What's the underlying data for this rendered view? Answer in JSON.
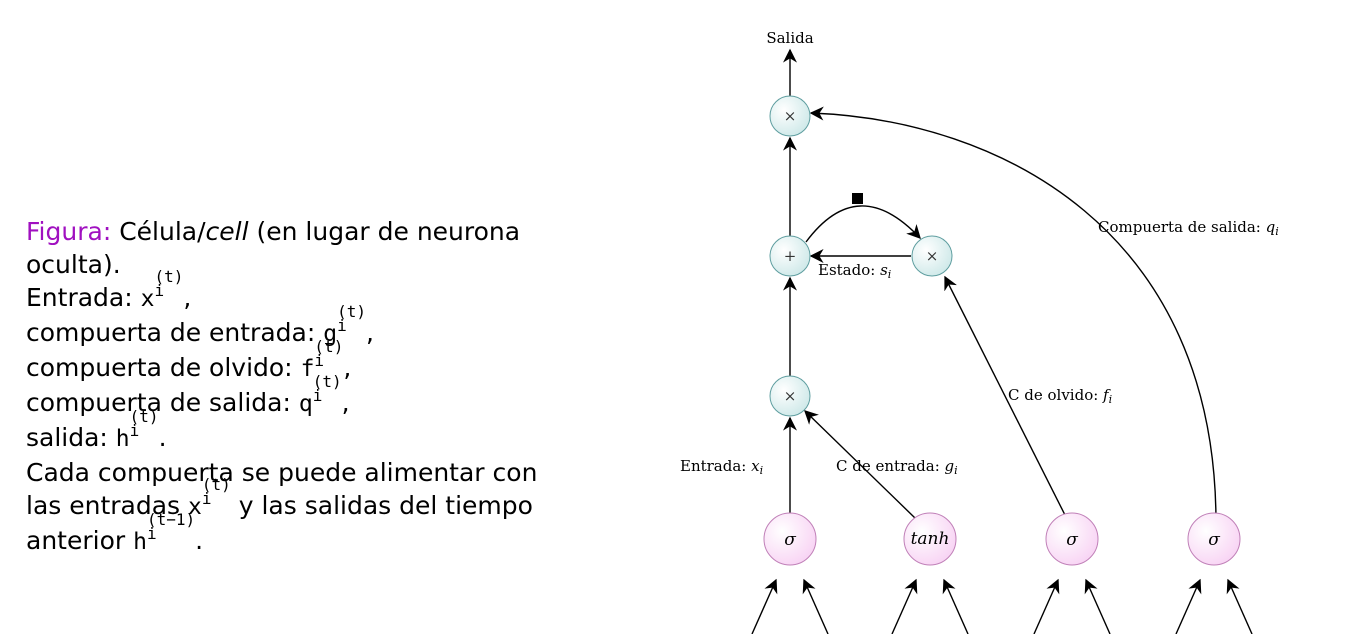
{
  "caption": {
    "figure_label": "Figura:",
    "line1_a": "Célula/",
    "line1_em": "cell",
    "line1_b": " (en lugar de neurona",
    "line2": "oculta).",
    "input_text": "Entrada: ",
    "input_gate_text": "compuerta de entrada: ",
    "forget_gate_text": "compuerta de olvido: ",
    "output_gate_text": "compuerta de salida: ",
    "output_text": "salida: ",
    "sym_x": "x",
    "sym_g": "g",
    "sym_f": "f",
    "sym_q": "q",
    "sym_h": "h",
    "sub_i": "i",
    "sup_t": "(t)",
    "sup_t1": "(t−1)",
    "comma": ",",
    "period": ".",
    "line8": "Cada compuerta se puede alimentar con",
    "line9_a": "las entradas ",
    "line9_b": " y las salidas del tiempo",
    "line10_a": "anterior "
  },
  "diagram": {
    "nodes": {
      "output_multiply": "×",
      "state_add": "+",
      "state_multiply": "×",
      "input_multiply": "×",
      "sigma_input": "σ",
      "tanh_input_gate": "tanh",
      "sigma_forget": "σ",
      "sigma_output": "σ"
    },
    "labels": {
      "output": "Salida",
      "output_gate_text": "Compuerta de salida: ",
      "output_gate_var": "q",
      "state_text": "Estado: ",
      "state_var": "s",
      "forget_text": "C de olvido: ",
      "forget_var": "f",
      "input_text": "Entrada: ",
      "input_var": "x",
      "input_gate_text": "C de entrada: ",
      "input_gate_var": "g",
      "sub_i": "i"
    },
    "colors": {
      "operator_fill": "#cfe9e9",
      "operator_stroke": "#5f9ea0",
      "activation_fill": "#f8d4f4",
      "activation_stroke": "#c080b8",
      "caption_label": "#a010c0"
    }
  }
}
